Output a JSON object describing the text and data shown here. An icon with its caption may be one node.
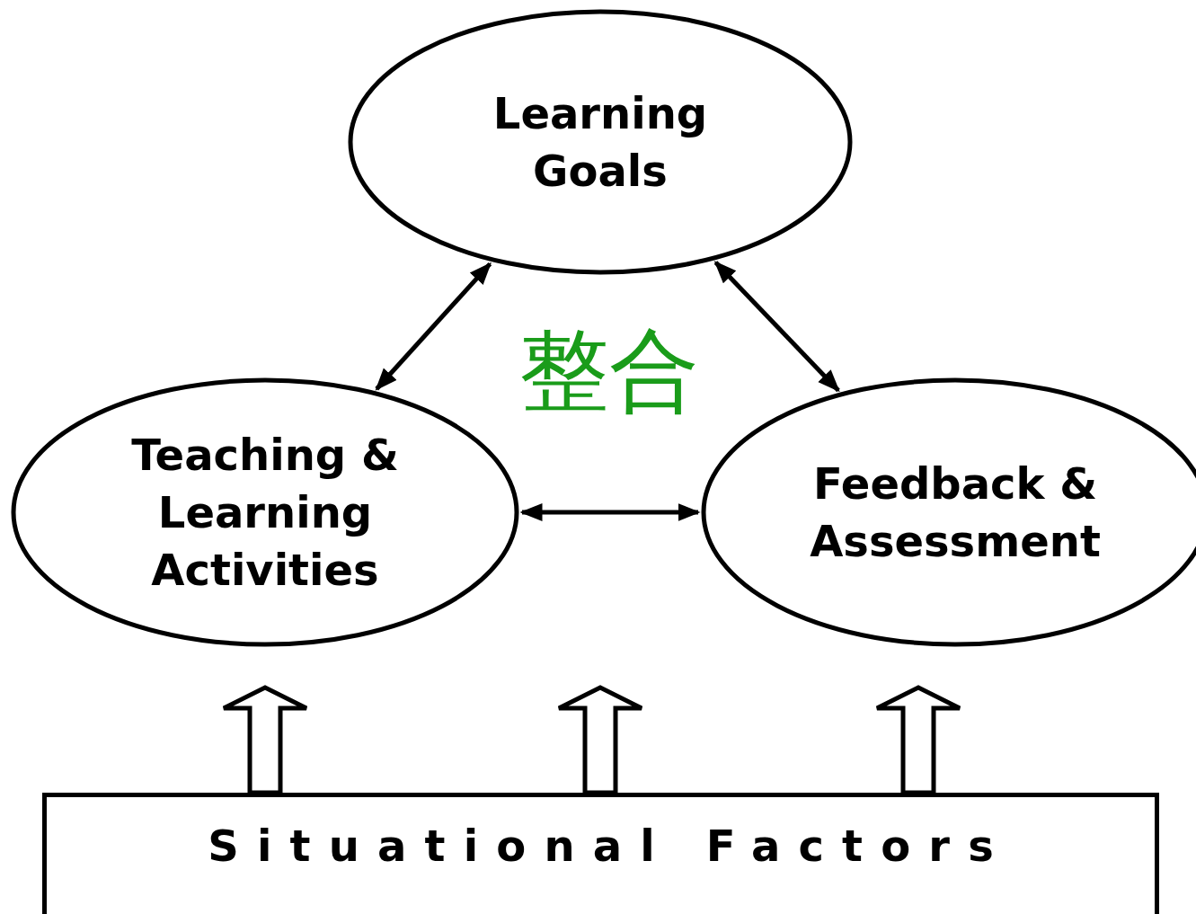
{
  "diagram": {
    "nodes": [
      {
        "text": [
          "Learning Goals"
        ]
      },
      {
        "text": [
          "Teaching & Learning Activities"
        ]
      },
      {
        "text": [
          "Feedback & Assessment"
        ]
      },
      {
        "text": [
          "Situational Factors"
        ]
      }
    ],
    "edges": [
      {
        "from": 0,
        "to": 1,
        "arrow": "both"
      },
      {
        "from": 0,
        "to": 2,
        "arrow": "both"
      },
      {
        "from": 1,
        "to": 2,
        "arrow": "both"
      },
      {
        "from": 3,
        "to": 1,
        "arrow": "to",
        "style": "thick"
      },
      {
        "from": 3,
        "to": null,
        "arrow": "to",
        "style": "thick"
      },
      {
        "from": 3,
        "to": 2,
        "arrow": "to",
        "style": "thick"
      }
    ],
    "labels": [
      "整合"
    ]
  }
}
